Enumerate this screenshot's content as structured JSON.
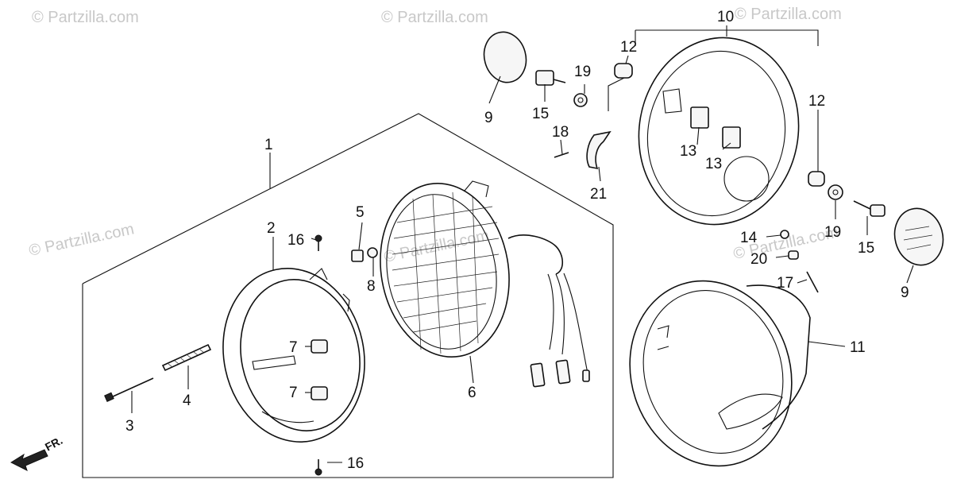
{
  "watermark": "© Partzilla.com",
  "direction_label": "FR.",
  "callouts": [
    "1",
    "2",
    "3",
    "4",
    "5",
    "6",
    "7",
    "7",
    "8",
    "9",
    "9",
    "10",
    "11",
    "12",
    "12",
    "13",
    "13",
    "14",
    "15",
    "15",
    "16",
    "16",
    "17",
    "18",
    "19",
    "19",
    "20",
    "21"
  ]
}
